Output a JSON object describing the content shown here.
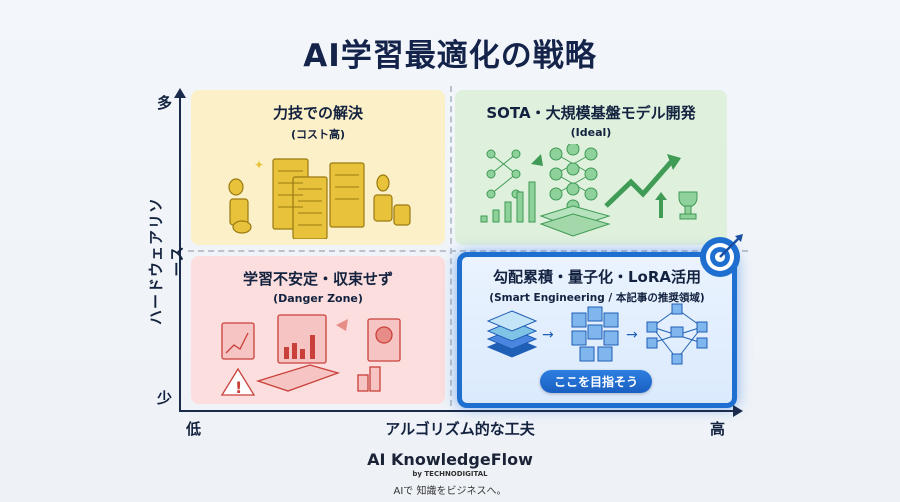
{
  "title": "AI学習最適化の戦略",
  "axes": {
    "y_title": "ハードウェアリソース",
    "y_high": "多",
    "y_low": "少",
    "x_title": "アルゴリズム的な工夫",
    "x_low": "低",
    "x_high": "高"
  },
  "quadrants": {
    "top_left": {
      "title": "力技での解決",
      "subtitle": "(コスト高)",
      "icon": "server-racks-coins-icon",
      "color": "#fbf0c7"
    },
    "top_right": {
      "title": "SOTA・大規模基盤モデル開発",
      "subtitle": "(Ideal)",
      "icon": "neural-network-growth-icon",
      "color": "#dff0dd"
    },
    "bottom_left": {
      "title": "学習不安定・収束せず",
      "subtitle": "(Danger Zone)",
      "icon": "broken-computer-warning-icon",
      "color": "#fbdedd"
    },
    "bottom_right": {
      "title": "勾配累積・量子化・LoRA活用",
      "subtitle": "(Smart Engineering / 本記事の推奨領域)",
      "icon": "layers-cubes-network-icon",
      "color": "#1f6fd1",
      "cta": "ここを目指そう"
    }
  },
  "footer": {
    "brand": "AI KnowledgeFlow",
    "by": "by TECHNODIGITAL",
    "tagline": "AIで 知識をビジネスへ。"
  }
}
